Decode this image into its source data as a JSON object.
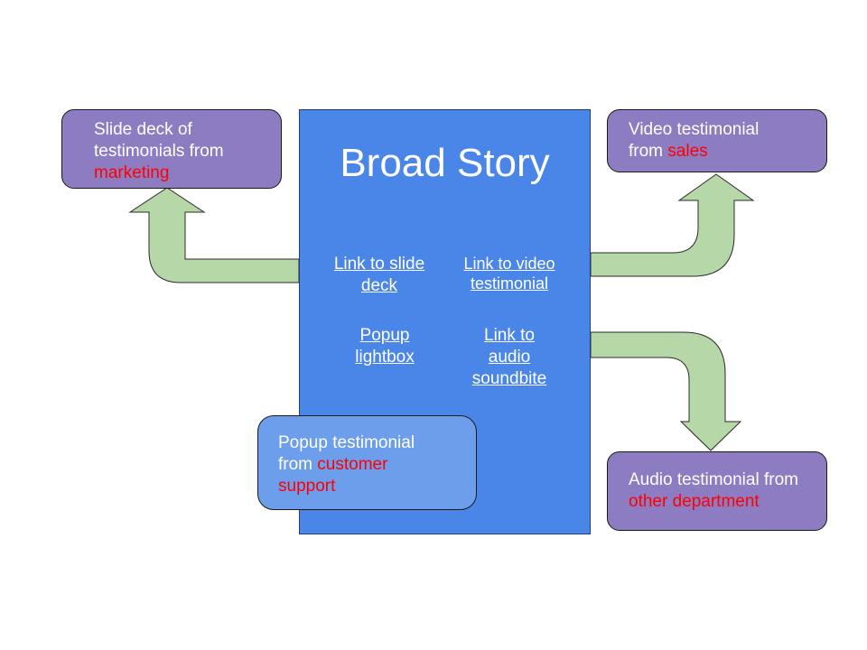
{
  "center": {
    "title": "Broad Story",
    "links": {
      "slide_deck": [
        "Link to slide",
        "deck"
      ],
      "video": [
        "Link to video",
        "testimonial"
      ],
      "popup": [
        "Popup",
        "lightbox"
      ],
      "audio": [
        "Link to",
        "audio",
        "soundbite"
      ]
    }
  },
  "boxes": {
    "slide_deck": {
      "line1": "Slide deck of",
      "line2": "testimonials from",
      "highlight": "marketing"
    },
    "video": {
      "line1": "Video testimonial",
      "prefix": "from ",
      "highlight": "sales"
    },
    "audio": {
      "line1": "Audio testimonial from",
      "highlight": "other department"
    },
    "popup": {
      "line1": "Popup testimonial",
      "prefix": "from ",
      "highlight": "customer",
      "highlight2": "support"
    }
  },
  "colors": {
    "center_fill": "#4a86e8",
    "box_fill": "#8e7cc3",
    "popup_fill": "#6d9eeb",
    "arrow_fill": "#b6d7a8",
    "highlight": "#ff0000"
  }
}
